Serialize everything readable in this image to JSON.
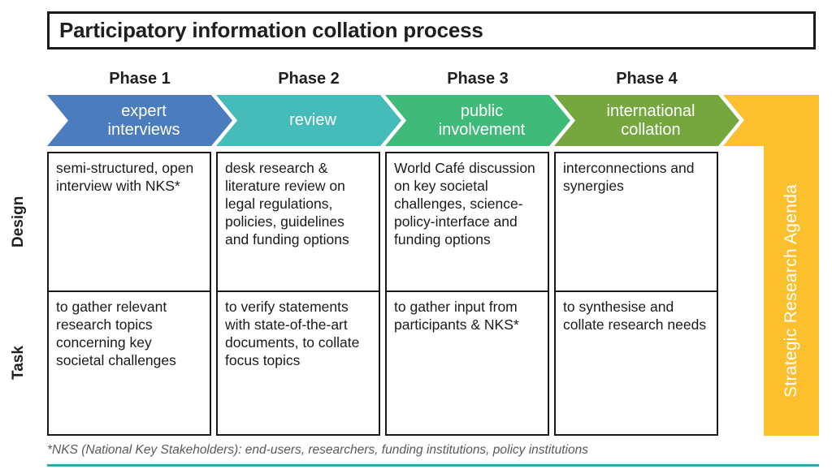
{
  "title": "Participatory information collation process",
  "phases": [
    {
      "label": "Phase 1",
      "chevron_label": "expert\ninterviews",
      "color": "#4a7cbe",
      "design": "semi-structured, open interview with NKS*",
      "task": "to gather relevant research topics concerning key societal challenges"
    },
    {
      "label": "Phase 2",
      "chevron_label": "review",
      "color": "#45bcba",
      "design": "desk research & literature review on legal regulations, policies, guidelines and funding options",
      "task": "to verify statements with state-of-the-art documents, to collate focus topics"
    },
    {
      "label": "Phase 3",
      "chevron_label": "public\ninvolvement",
      "color": "#3fba78",
      "design": "World Café discussion on key societal challenges, science-policy-interface and funding options",
      "task": "to gather input from participants & NKS*"
    },
    {
      "label": "Phase 4",
      "chevron_label": "international\ncollation",
      "color": "#76a73f",
      "design": "interconnections and synergies",
      "task": "to synthesise and collate research needs"
    }
  ],
  "row_labels": {
    "design": "Design",
    "task": "Task"
  },
  "agenda": {
    "label": "Strategic Research Agenda",
    "color": "#fcc02e"
  },
  "footnote": "*NKS (National Key Stakeholders): end-users, researchers, funding institutions, policy institutions",
  "footer_line_color": "#2fa8a8"
}
